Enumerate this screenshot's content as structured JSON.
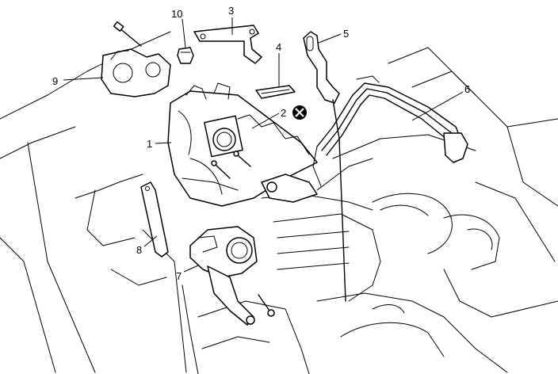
{
  "callouts": {
    "c1": "1",
    "c2": "2",
    "c3": "3",
    "c4": "4",
    "c5": "5",
    "c6": "6",
    "c7": "7",
    "c8": "8",
    "c9": "9",
    "c10": "10"
  },
  "symbols": {
    "discard_marker": "circled-x-icon"
  }
}
